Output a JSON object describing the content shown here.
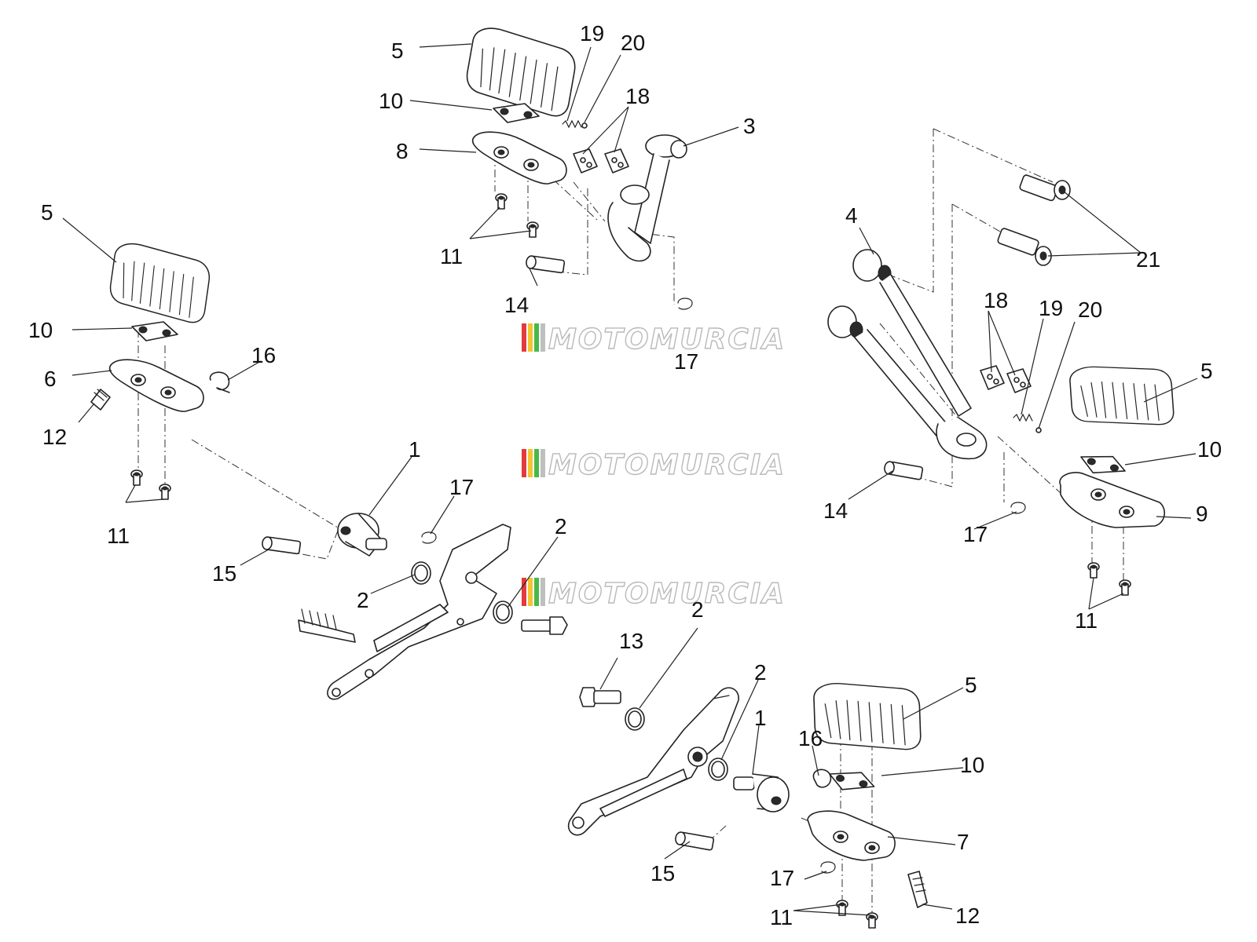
{
  "watermark": {
    "text": "MOTOMURCIA",
    "stripe_colors": [
      "#e23b3b",
      "#f2c531",
      "#49b848",
      "#bfbfbf"
    ]
  },
  "callouts": {
    "top_assembly": {
      "footrest_rubber": "5",
      "plate": "10",
      "footrest_bracket": "8",
      "screws": "11",
      "pin": "14",
      "pad_pair": "18",
      "spring": "19",
      "ball": "20",
      "lever": "3",
      "clip": "17"
    },
    "left_assembly": {
      "footrest_rubber": "5",
      "plate": "10",
      "footrest_bracket": "6",
      "spring_clip": "16",
      "bolt": "12",
      "screws": "11"
    },
    "center_left_assembly": {
      "pivot": "1",
      "clip": "17",
      "pin": "15",
      "washer_left": "2",
      "washer_right": "2"
    },
    "right_assembly": {
      "lever": "4",
      "screws_pair": "21",
      "pad_pair": "18",
      "spring": "19",
      "ball": "20",
      "footrest_rubber": "5",
      "plate": "10",
      "footrest_bracket": "9",
      "pin": "14",
      "clip": "17",
      "screws": "11"
    },
    "bottom_assembly": {
      "bolt": "13",
      "washer_a": "2",
      "washer_b": "2",
      "pivot": "1",
      "spring_clip": "16",
      "footrest_rubber": "5",
      "plate": "10",
      "footrest_bracket": "7",
      "pin": "15",
      "clip": "17",
      "screws": "11",
      "bolt_12": "12"
    }
  }
}
